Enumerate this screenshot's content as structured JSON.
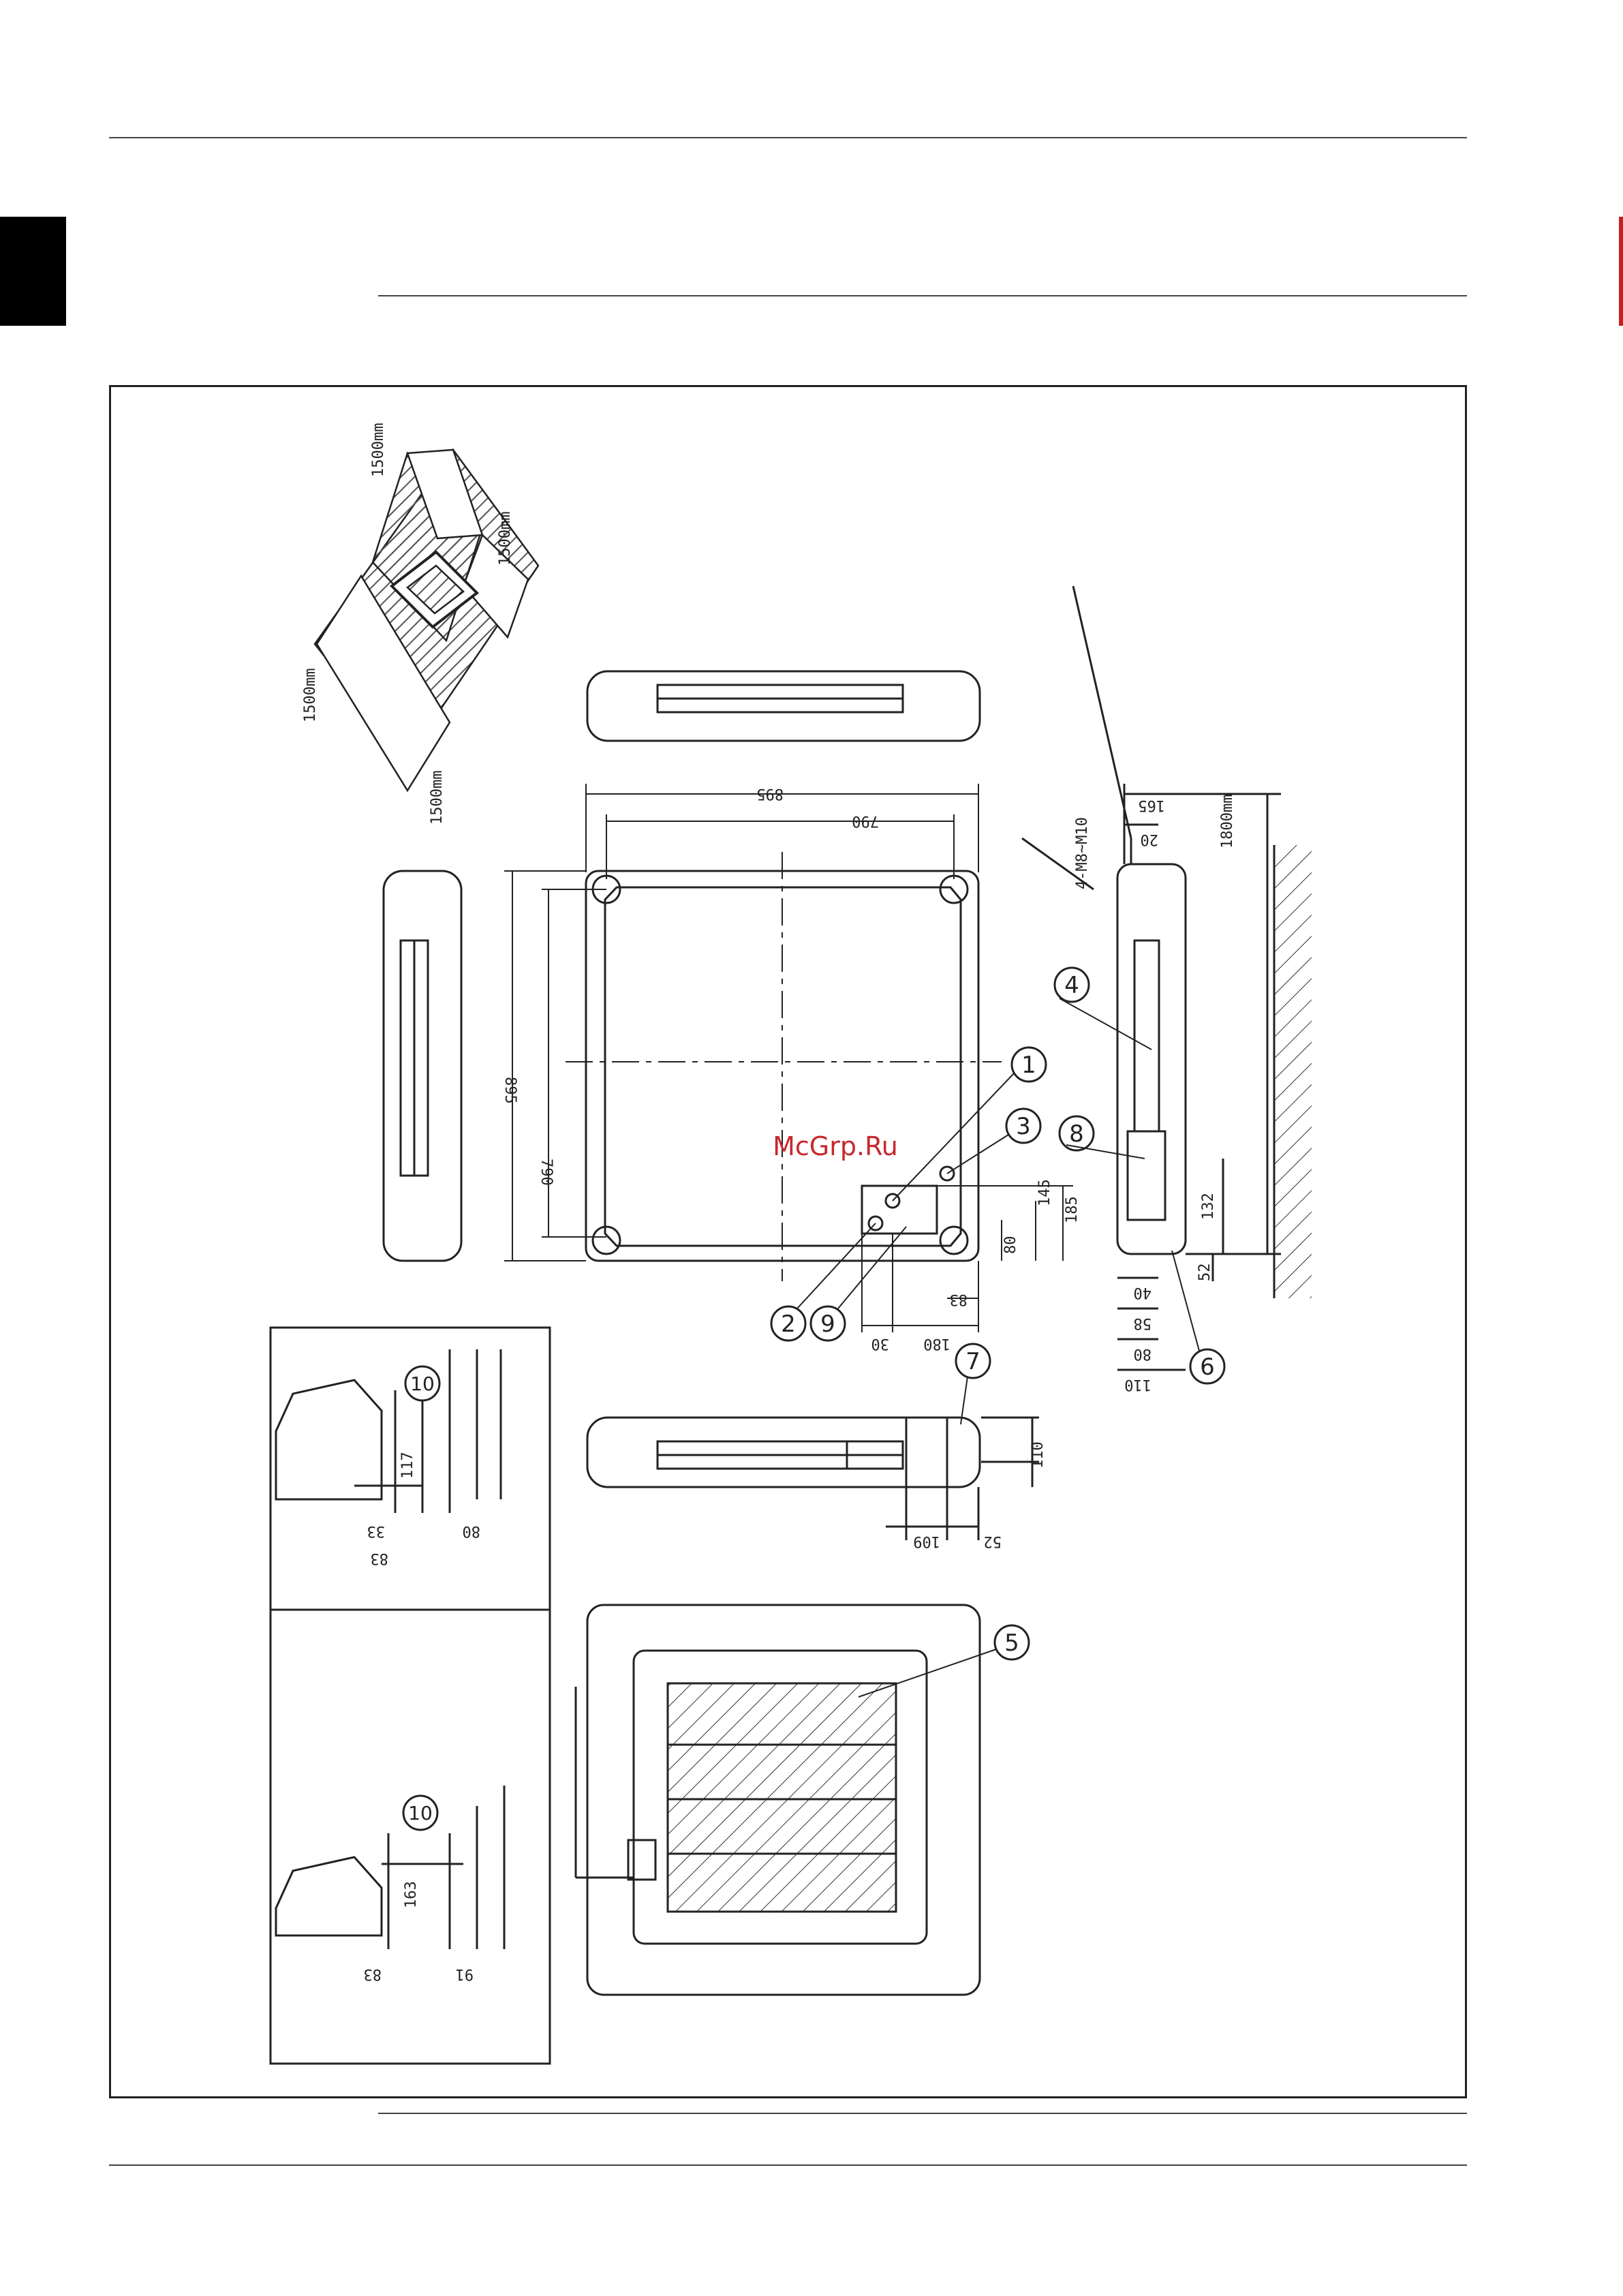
{
  "watermark": "McGrp.Ru",
  "clearance": [
    "1500mm",
    "1500mm",
    "1500mm",
    "1500mm"
  ],
  "dims_plan": [
    "895",
    "790",
    "895",
    "790"
  ],
  "dims_pipe": [
    "145",
    "185",
    "80",
    "83",
    "30",
    "180"
  ],
  "dims_side": [
    "165",
    "20",
    "1800mm",
    "132",
    "52",
    "40",
    "58",
    "80",
    "110"
  ],
  "dims_elev": [
    "110",
    "109",
    "52"
  ],
  "dims_detail_top": [
    "117",
    "33",
    "83",
    "80"
  ],
  "dims_detail_bottom": [
    "163",
    "83",
    "91"
  ],
  "hole_label": "4-M8~M10",
  "callouts": [
    "1",
    "2",
    "3",
    "4",
    "5",
    "6",
    "7",
    "8",
    "9",
    "10",
    "10"
  ],
  "colors": {
    "line": "#222222",
    "watermark": "#c8282c",
    "tab": "#000000"
  }
}
